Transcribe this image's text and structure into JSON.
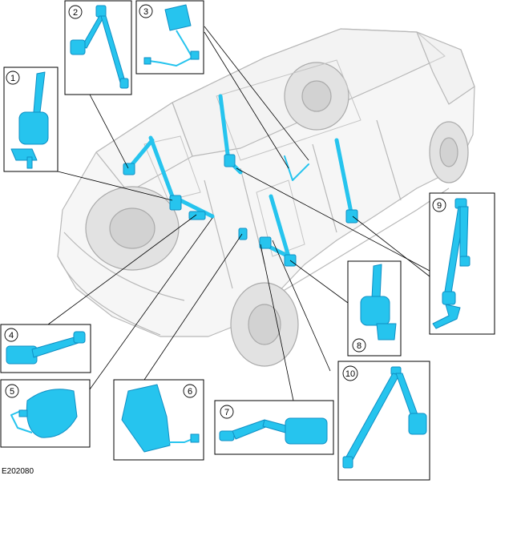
{
  "figure_id": "E202080",
  "colors": {
    "belt": "#26c4ee",
    "belt_dark": "#0f8fc4",
    "vehicle_outline": "#b8b8b8",
    "vehicle_fill": "#eeeeee",
    "frame": "#000000",
    "leader": "#000000"
  },
  "callouts": [
    {
      "id": "1",
      "label": "1",
      "part": "seat-belt-retractor"
    },
    {
      "id": "2",
      "label": "2",
      "part": "seat-belt-webbing-assembly"
    },
    {
      "id": "3",
      "label": "3",
      "part": "seat-belt-buckle-with-harness"
    },
    {
      "id": "4",
      "label": "4",
      "part": "seat-belt-buckle-stalk"
    },
    {
      "id": "5",
      "label": "5",
      "part": "seat-belt-buckle"
    },
    {
      "id": "6",
      "label": "6",
      "part": "seat-belt-buckle"
    },
    {
      "id": "7",
      "label": "7",
      "part": "seat-belt-buckle-stalk"
    },
    {
      "id": "8",
      "label": "8",
      "part": "seat-belt-retractor"
    },
    {
      "id": "9",
      "label": "9",
      "part": "seat-belt-webbing-assembly"
    },
    {
      "id": "10",
      "label": "10",
      "part": "seat-belt-webbing-assembly"
    }
  ]
}
